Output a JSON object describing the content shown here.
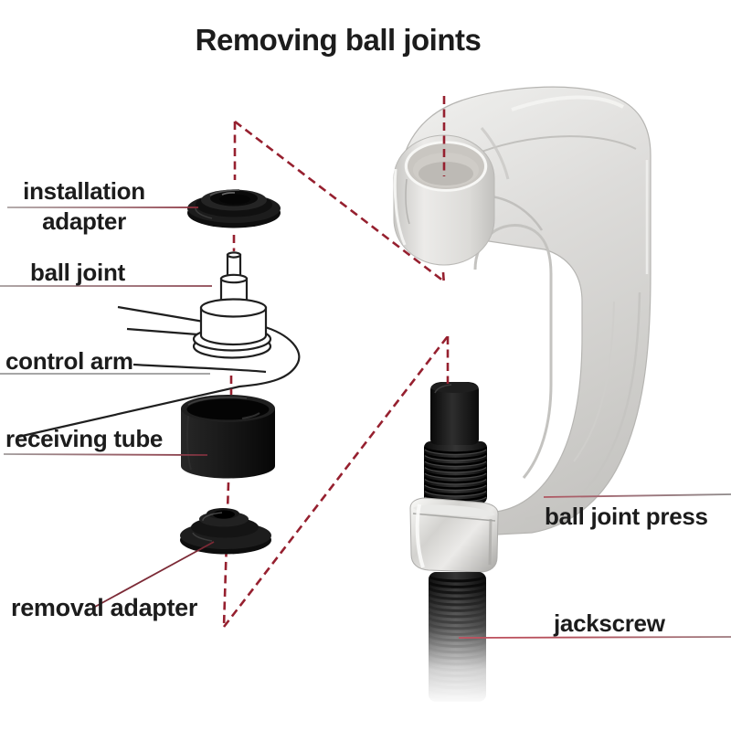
{
  "title": "Removing ball joints",
  "labels": {
    "installation_adapter": {
      "line1": "installation",
      "line2": "adapter"
    },
    "ball_joint": "ball joint",
    "control_arm": "control arm",
    "receiving_tube": "receiving tube",
    "removal_adapter": "removal adapter",
    "ball_joint_press": "ball joint press",
    "jackscrew": "jackscrew"
  },
  "parts_shown": [
    "installation adapter",
    "ball joint",
    "control arm",
    "receiving tube",
    "removal adapter",
    "ball joint press",
    "jackscrew"
  ],
  "colors": {
    "background": "#ffffff",
    "text": "#1c1c1c",
    "dash_red": "#96202f",
    "pointer_maroon": "#7c2a36",
    "pointer_gray": "#9a9a9a",
    "pointer_red": "#a8434f",
    "metal_silver": "#d9d8d6",
    "part_black": "#141414"
  }
}
